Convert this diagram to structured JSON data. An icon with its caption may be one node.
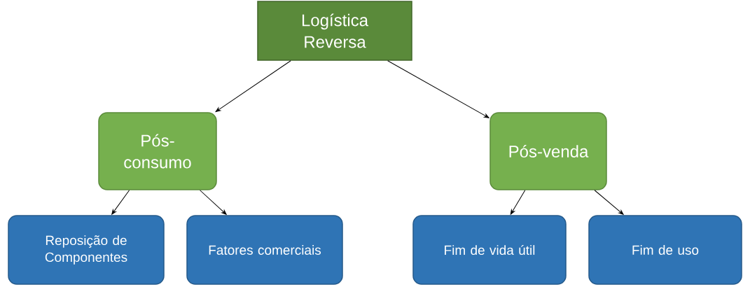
{
  "diagram": {
    "nodes": [
      {
        "text": [
          "Logística Reversa"
        ]
      },
      {
        "text": [
          "Pós-consumo"
        ]
      },
      {
        "text": [
          "Pós-venda"
        ]
      },
      {
        "text": [
          "Reposição de Componentes"
        ]
      },
      {
        "text": [
          "Fatores comerciais"
        ]
      },
      {
        "text": [
          "Fim de vida útil"
        ]
      },
      {
        "text": [
          "Fim de uso"
        ]
      }
    ],
    "edges": [
      {
        "from": 0,
        "to": 1,
        "arrow": "to"
      },
      {
        "from": 0,
        "to": 2,
        "arrow": "to"
      },
      {
        "from": 1,
        "to": 3,
        "arrow": "to"
      },
      {
        "from": 1,
        "to": 4,
        "arrow": "to"
      },
      {
        "from": 2,
        "to": 5,
        "arrow": "to"
      },
      {
        "from": 2,
        "to": 6,
        "arrow": "to"
      }
    ]
  }
}
